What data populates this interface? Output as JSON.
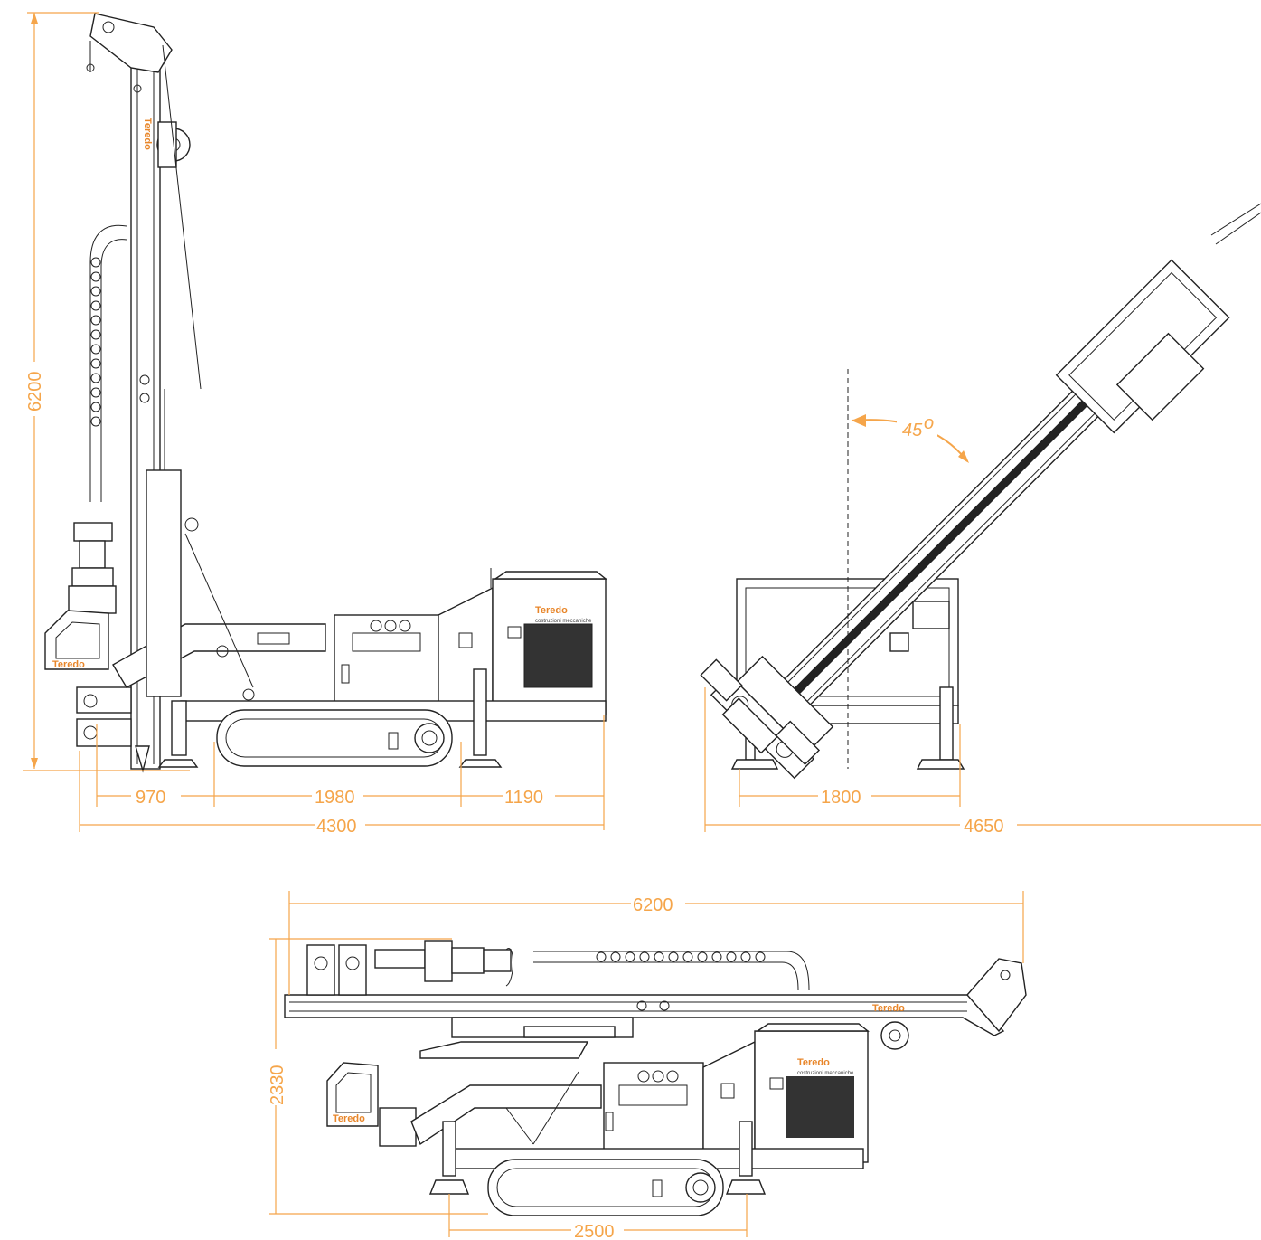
{
  "dimensions": {
    "side_height": "6200",
    "side_segment_1": "970",
    "side_segment_2": "1980",
    "side_segment_3": "1190",
    "side_total_length": "4300",
    "angle_label": "45",
    "angle_unit": "o",
    "front_track_width": "1800",
    "front_total_width": "4650",
    "transport_length": "6200",
    "transport_height": "2330",
    "transport_track_length": "2500"
  },
  "brand": {
    "name": "Teredo",
    "tagline": "costruzioni meccaniche",
    "accent_color": "#f5a54a",
    "logo_color": "#e8862a"
  }
}
